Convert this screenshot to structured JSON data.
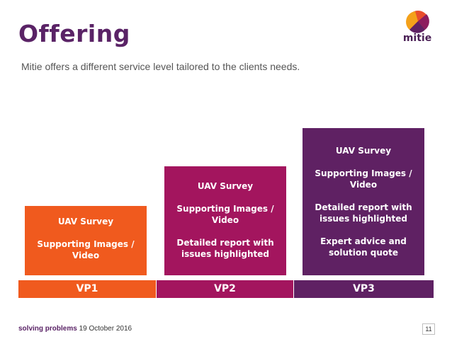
{
  "header": {
    "title": "Offering",
    "subtitle": "Mitie offers a different service level tailored to the clients needs.",
    "logo_text": "mitie"
  },
  "cards": [
    {
      "lines": [
        "UAV Survey",
        "",
        "Supporting Images /",
        "Video"
      ]
    },
    {
      "lines": [
        "UAV Survey",
        "",
        "Supporting Images /",
        "Video",
        "",
        "Detailed report with",
        "issues highlighted"
      ]
    },
    {
      "lines": [
        "UAV Survey",
        "",
        "Supporting Images /",
        "Video",
        "",
        "Detailed report with",
        "issues highlighted",
        "",
        "Expert advice and",
        "solution quote"
      ]
    }
  ],
  "tiers": [
    "VP1",
    "VP2",
    "VP3"
  ],
  "footer": {
    "label": "solving problems",
    "date": "19 October 2016",
    "page": "11"
  },
  "colors": {
    "title": "#5a2366",
    "vp1": "#f05a1e",
    "vp2": "#a3155e",
    "vp3": "#5f2163"
  }
}
